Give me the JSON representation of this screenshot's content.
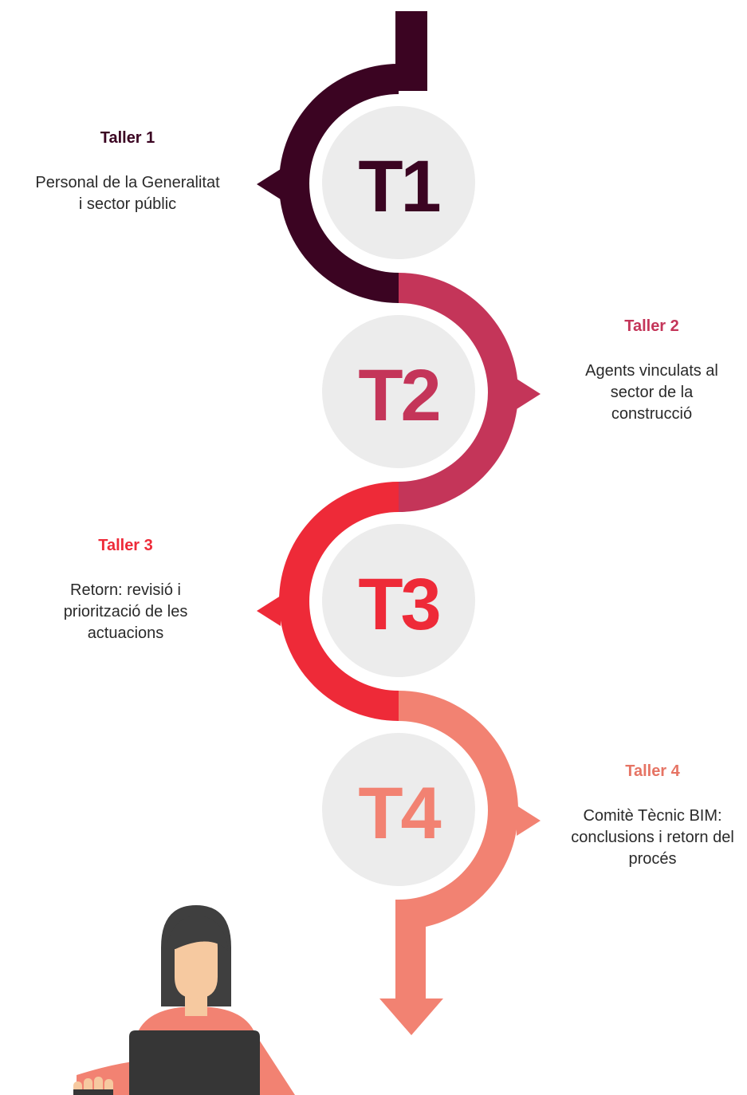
{
  "colors": {
    "t1": "#3b0422",
    "t2": "#c43559",
    "t3": "#ee2a38",
    "t4": "#f28272",
    "circle": "#ececec",
    "skin": "#f6c9a0",
    "hair": "#3f3f3f",
    "shirt": "#f28272",
    "laptop": "#363636"
  },
  "steps": [
    {
      "badge": "T1",
      "title": "Taller 1",
      "desc": "Personal de la Generalitat i sector públic"
    },
    {
      "badge": "T2",
      "title": "Taller 2",
      "desc": "Agents vinculats al sector de la construcció"
    },
    {
      "badge": "T3",
      "title": "Taller 3",
      "desc": "Retorn: revisió i priorització de les actuacions"
    },
    {
      "badge": "T4",
      "title": "Taller 4",
      "desc": "Comitè Tècnic BIM: conclusions i retorn del procés"
    }
  ],
  "illustration": {
    "subject": "person-at-laptop"
  }
}
